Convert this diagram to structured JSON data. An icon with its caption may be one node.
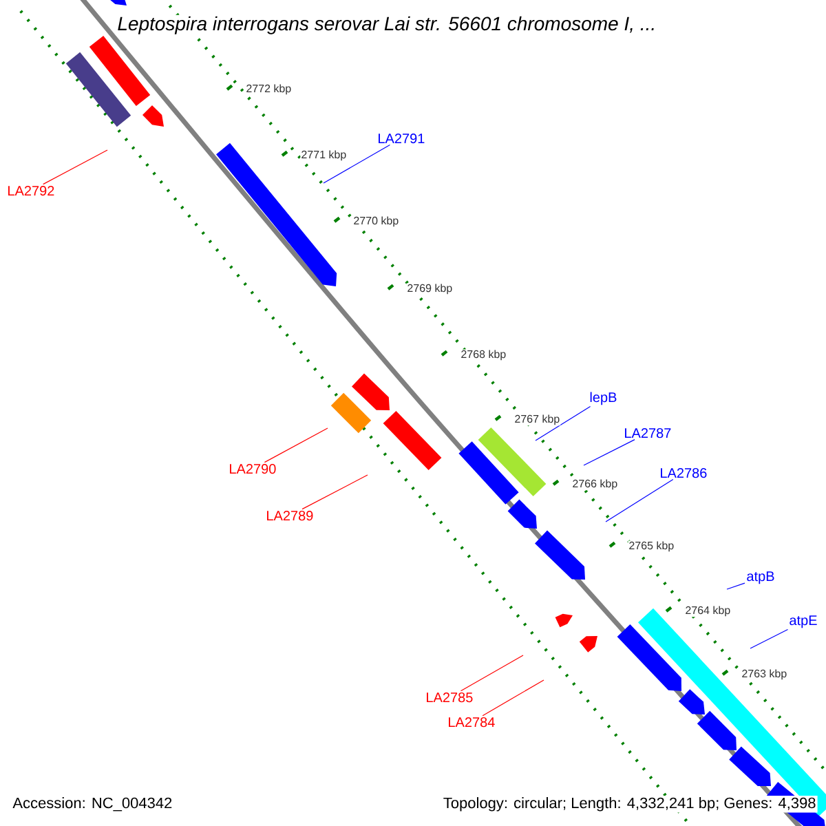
{
  "diagram": {
    "title": "Leptospira interrogans serovar Lai str. 56601 chromosome I, ...",
    "nodes": [
      {
        "text": [
          "LA2791"
        ]
      },
      {
        "text": [
          "LA2792"
        ]
      },
      {
        "text": [
          "lepB"
        ]
      },
      {
        "text": [
          "LA2787"
        ]
      },
      {
        "text": [
          "LA2790"
        ]
      },
      {
        "text": [
          "LA2786"
        ]
      },
      {
        "text": [
          "LA2789"
        ]
      },
      {
        "text": [
          "atpB"
        ]
      },
      {
        "text": [
          "atpE"
        ]
      },
      {
        "text": [
          "LA2785"
        ]
      },
      {
        "text": [
          "LA2784"
        ]
      }
    ],
    "edges": [
      {
        "from": 0,
        "to": null,
        "arrow": "none"
      },
      {
        "from": 1,
        "to": null,
        "arrow": "none",
        "color": "#ff0000"
      },
      {
        "from": 2,
        "to": null,
        "arrow": "none"
      },
      {
        "from": 3,
        "to": null,
        "arrow": "none"
      },
      {
        "from": 4,
        "to": null,
        "arrow": "none",
        "color": "#ff0000"
      },
      {
        "from": 5,
        "to": null,
        "arrow": "none"
      },
      {
        "from": 6,
        "to": null,
        "arrow": "none",
        "color": "#ff0000"
      },
      {
        "from": 7,
        "to": null,
        "arrow": "none"
      },
      {
        "from": 8,
        "to": null,
        "arrow": "none"
      },
      {
        "from": 9,
        "to": null,
        "arrow": "none",
        "color": "#ff0000"
      },
      {
        "from": 10,
        "to": null,
        "arrow": "none",
        "color": "#ff0000"
      }
    ],
    "labels": [
      "2772 kbp",
      "2771 kbp",
      "2770 kbp",
      "2769 kbp",
      "2768 kbp",
      "2767 kbp",
      "2766 kbp",
      "2765 kbp",
      "2764 kbp",
      "2763 kbp",
      "Accession: NC_004342",
      "Topology: circular; Length: 4,332,241 bp; Genes: 4,398"
    ]
  }
}
